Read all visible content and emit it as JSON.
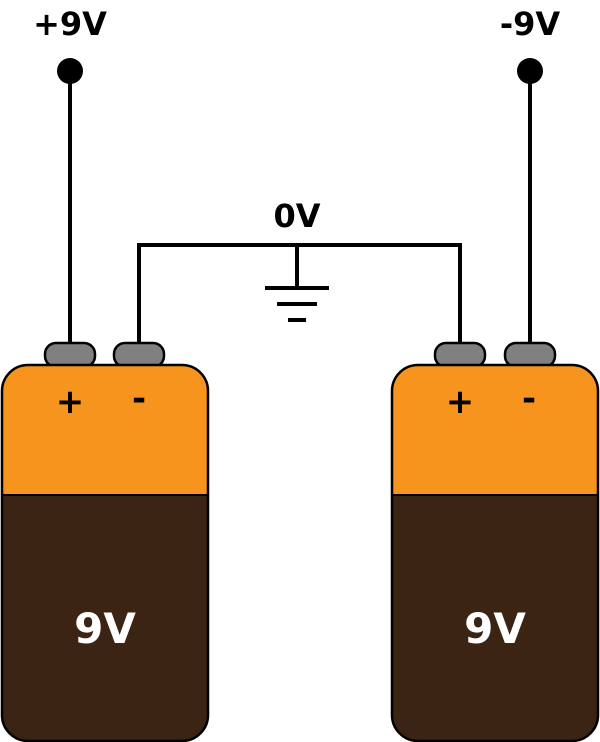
{
  "labels": {
    "positive_rail": "+9V",
    "negative_rail": "-9V",
    "ground": "0V"
  },
  "batteries": [
    {
      "voltage": "9V",
      "plus_sign": "+",
      "minus_sign": "-"
    },
    {
      "voltage": "9V",
      "plus_sign": "+",
      "minus_sign": "-"
    }
  ],
  "colors": {
    "battery_top": "#F7941D",
    "battery_body": "#3C2415",
    "terminal": "#808080",
    "wire": "#000000",
    "battery_label": "#FFFFFF"
  }
}
